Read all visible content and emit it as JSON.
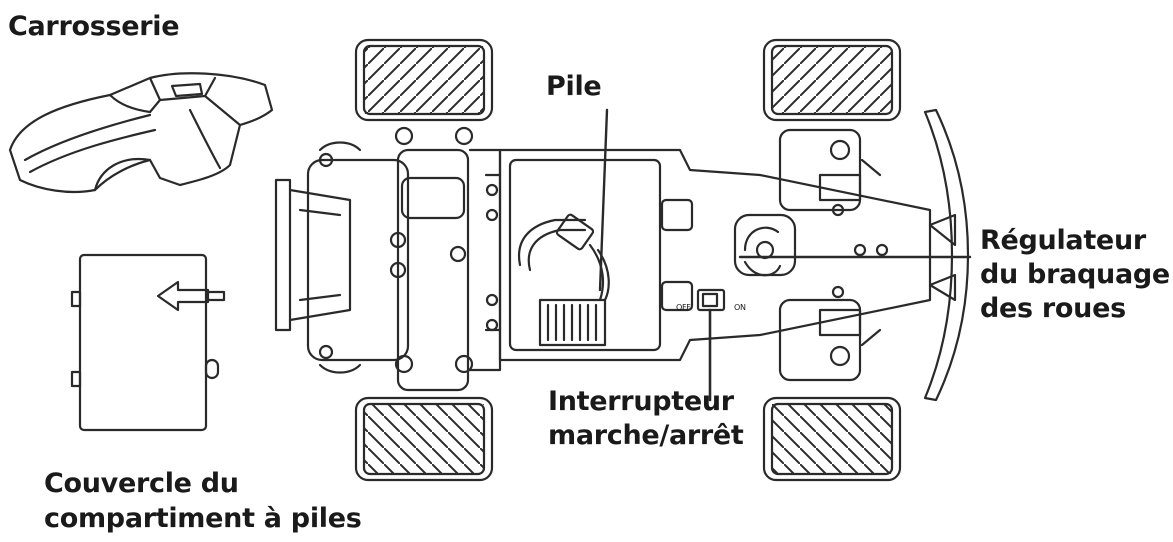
{
  "labels": {
    "carrosserie": "Carrosserie",
    "pile": "Pile",
    "regulateur": [
      "Régulateur",
      "du  braquage",
      "des roues"
    ],
    "interrupteur": [
      "Interrupteur",
      "marche/arrêt"
    ],
    "couvercle": [
      "Couvercle du",
      "compartiment à piles"
    ],
    "switch_off": "OFF",
    "switch_on": "ON"
  },
  "colors": {
    "line": "#2a2a2a",
    "text": "#1a1a1a",
    "background": "#ffffff"
  }
}
